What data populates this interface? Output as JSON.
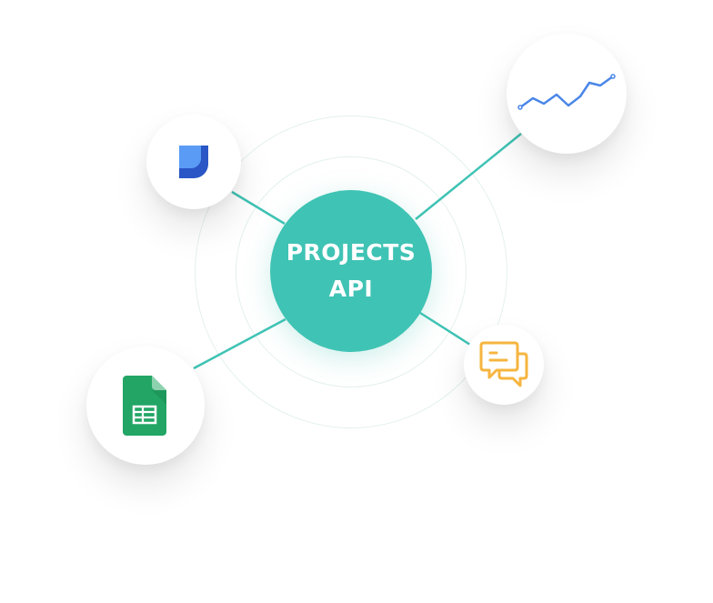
{
  "hub": {
    "line1": "PROJECTS",
    "line2": "API"
  },
  "nodes": [
    {
      "id": "docs",
      "icon": "blue-document-app-icon"
    },
    {
      "id": "chart",
      "icon": "line-chart-icon"
    },
    {
      "id": "sheets",
      "icon": "spreadsheet-icon"
    },
    {
      "id": "chat",
      "icon": "chat-bubbles-icon"
    }
  ],
  "colors": {
    "hub": "#3fc3b4",
    "connector": "#3fc3b4",
    "ring": "#e3f1ee",
    "chart_line": "#4a86e8",
    "sheets_green": "#23a566",
    "chat_yellow": "#f6b53f",
    "docs_blue": "#2a56c6"
  }
}
